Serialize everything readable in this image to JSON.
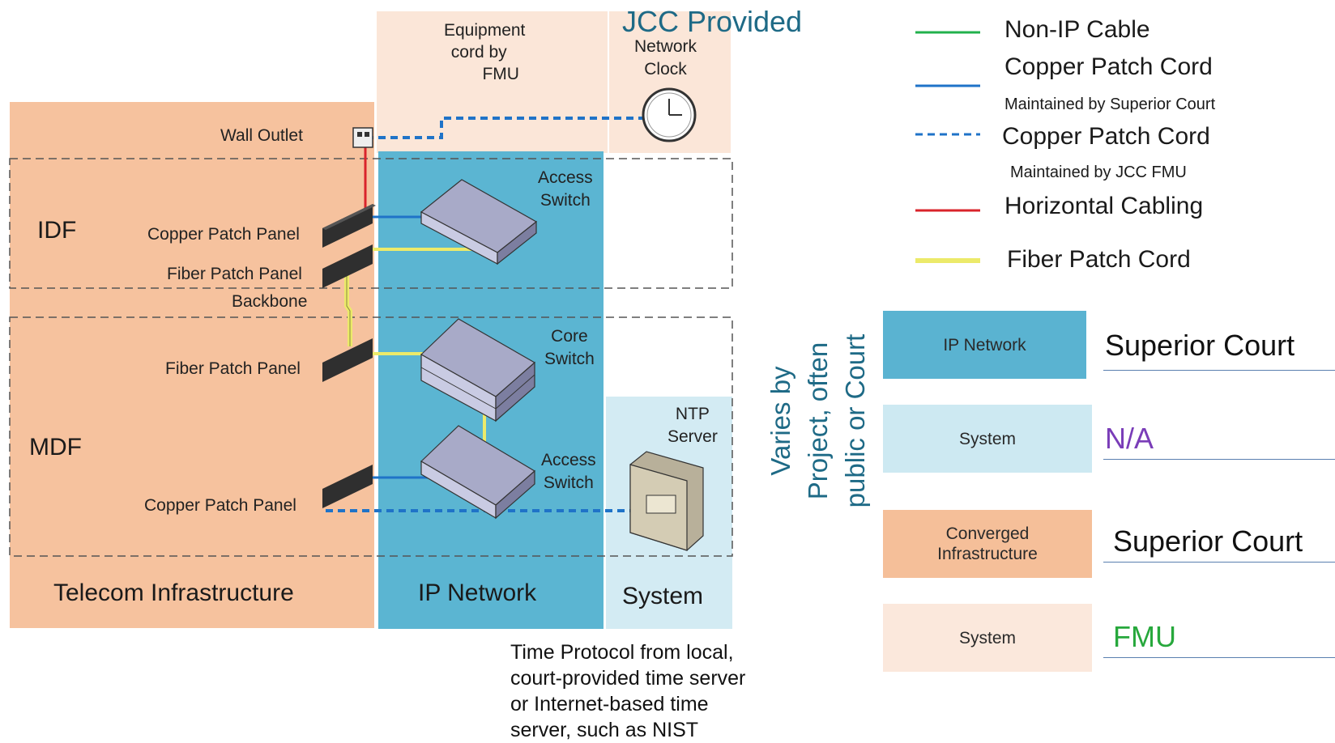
{
  "header": {
    "jcc_provided": "JCC Provided",
    "equipment_cord": [
      "Equipment",
      "cord by",
      "FMU"
    ],
    "network_clock": [
      "Network",
      "Clock"
    ]
  },
  "labels": {
    "wall_outlet": "Wall Outlet",
    "idf": "IDF",
    "mdf": "MDF",
    "copper_patch_panel_idf": "Copper Patch Panel",
    "fiber_patch_panel_idf": "Fiber Patch Panel",
    "backbone": "Backbone",
    "fiber_patch_panel_mdf": "Fiber Patch Panel",
    "copper_patch_panel_mdf": "Copper Patch Panel",
    "access_switch_top": [
      "Access",
      "Switch"
    ],
    "core_switch": [
      "Core",
      "Switch"
    ],
    "access_switch_bottom": [
      "Access",
      "Switch"
    ],
    "ntp_server": [
      "NTP",
      "Server"
    ],
    "col_telecom": "Telecom Infrastructure",
    "col_ip": "IP Network",
    "col_system": "System",
    "varies": [
      "Varies by",
      "Project, often",
      "public or Court"
    ]
  },
  "note": [
    "Time Protocol from local,",
    "court-provided time server",
    "or Internet-based time",
    "server, such as NIST"
  ],
  "legend": [
    {
      "label": "Non-IP Cable",
      "color": "#22b14c",
      "style": "solid"
    },
    {
      "label": "Copper Patch Cord",
      "sub": "Maintained by Superior Court",
      "color": "#1f73c8",
      "style": "solid"
    },
    {
      "label": "Copper Patch Cord",
      "sub": "Maintained by JCC FMU",
      "color": "#1f73c8",
      "style": "dashed"
    },
    {
      "label": "Horizontal Cabling",
      "color": "#d9232b",
      "style": "solid"
    },
    {
      "label": "Fiber Patch Cord",
      "color": "#ecea6a",
      "style": "solid"
    }
  ],
  "key": [
    {
      "box": "IP Network",
      "value": "Superior Court",
      "box_color": "#5ab3d1",
      "value_color": "#111111"
    },
    {
      "box": "System",
      "value": "N/A",
      "box_color": "#cde9f2",
      "value_color": "#7a3db8"
    },
    {
      "box": "Converged\nInfrastructure",
      "value": "Superior Court",
      "box_color": "#f5bf99",
      "value_color": "#111111"
    },
    {
      "box": "System",
      "value": "FMU",
      "box_color": "#fbe8dc",
      "value_color": "#27a83c"
    }
  ],
  "colors": {
    "telecom": "#f6c29e",
    "ip_network": "#5bb5d2",
    "system_light": "#fbe6d8",
    "system_blue": "#d3ebf3",
    "copper": "#1f73c8",
    "fiber": "#ecea6a",
    "horizontal": "#d9232b"
  }
}
